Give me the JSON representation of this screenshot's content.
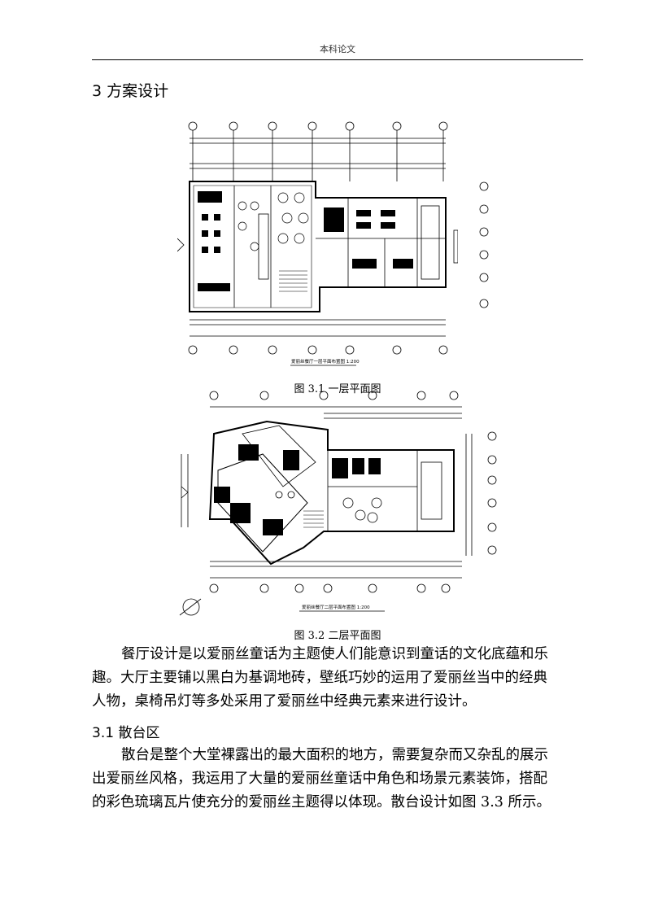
{
  "header": {
    "title": "本科论文"
  },
  "section": {
    "heading": "3 方案设计"
  },
  "figures": [
    {
      "caption": "图 3.1 一层平面图",
      "plan_label": "爱丽丝餐厅一层平面布置图 1:200"
    },
    {
      "caption": "图 3.2 二层平面图",
      "plan_label": "爱丽丝餐厅二层平面布置图 1:200"
    }
  ],
  "intro": {
    "lines": [
      "餐厅设计是以爱丽丝童话为主题使人们能意识到童话的文化底蕴和乐",
      "趣。大厅主要铺以黑白为基调地砖，壁纸巧妙的运用了爱丽丝当中的经典",
      "人物，桌椅吊灯等多处采用了爱丽丝中经典元素来进行设计。"
    ]
  },
  "subsection": {
    "heading": "3.1 散台区"
  },
  "body": {
    "lines": [
      "散台是整个大堂裸露出的最大面积的地方，需要复杂而又杂乱的展示",
      "出爱丽丝风格，我运用了大量的爱丽丝童话中角色和场景元素装饰，搭配",
      "的彩色琉璃瓦片使充分的爱丽丝主题得以体现。散台设计如图 3.3 所示。"
    ]
  }
}
